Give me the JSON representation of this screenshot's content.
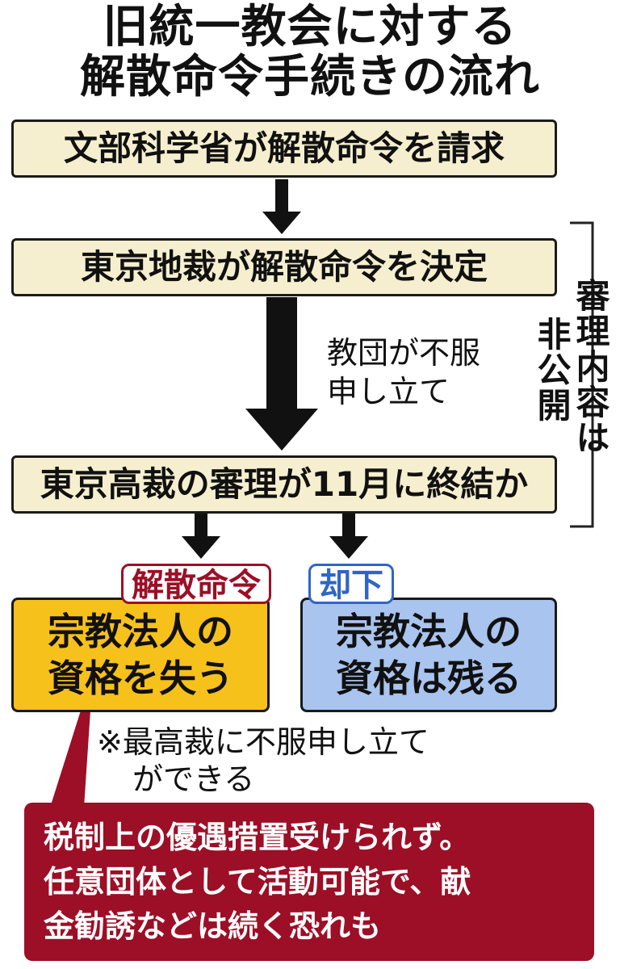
{
  "title": {
    "line1": "旧統一教会に対する",
    "line2": "解散命令手続きの流れ"
  },
  "steps": [
    "文部科学省が解散命令を請求",
    "東京地裁が解散命令を決定",
    "東京高裁の審理が11月に終結か"
  ],
  "appeal_note": {
    "line1": "教団が不服",
    "line2": "申し立て"
  },
  "bracket_note": {
    "line1": "審理内容は",
    "line2": "非公開"
  },
  "outcomes": {
    "left": {
      "tag": "解散命令",
      "line1": "宗教法人の",
      "line2": "資格を失う"
    },
    "right": {
      "tag": "却下",
      "line1": "宗教法人の",
      "line2": "資格は残る"
    }
  },
  "supreme_note": {
    "line1": "※最高裁に不服申し立て",
    "line2": "ができる"
  },
  "consequence": {
    "line1": "税制上の優遇措置受けられず。",
    "line2": "任意団体として活動可能で、献",
    "line3": "金勧誘などは続く恐れも"
  },
  "colors": {
    "step_fill": "#f6efcf",
    "dissolution_fill": "#f7c11b",
    "dissolution_tag": "#9c0f26",
    "dismissal_fill": "#a9c4ee",
    "dismissal_tag": "#2f65c7",
    "consequence_fill": "#9c0f26"
  }
}
